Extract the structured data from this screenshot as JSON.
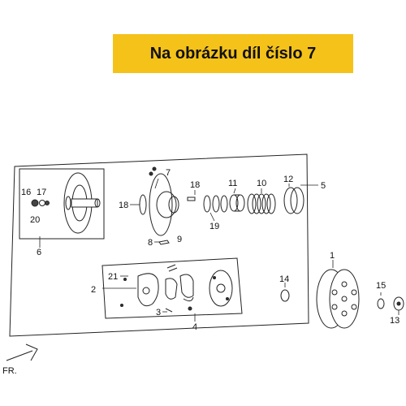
{
  "banner": {
    "text": "Na obrázku díl číslo 7",
    "color": "#f5c21a"
  },
  "direction": {
    "label": "FR."
  },
  "parts": [
    {
      "id": "p1",
      "label": "1"
    },
    {
      "id": "p2",
      "label": "2"
    },
    {
      "id": "p3",
      "label": "3"
    },
    {
      "id": "p4",
      "label": "4"
    },
    {
      "id": "p5",
      "label": "5"
    },
    {
      "id": "p6",
      "label": "6"
    },
    {
      "id": "p7",
      "label": "7"
    },
    {
      "id": "p8",
      "label": "8"
    },
    {
      "id": "p9",
      "label": "9"
    },
    {
      "id": "p10",
      "label": "10"
    },
    {
      "id": "p11",
      "label": "11"
    },
    {
      "id": "p12",
      "label": "12"
    },
    {
      "id": "p13",
      "label": "13"
    },
    {
      "id": "p14",
      "label": "14"
    },
    {
      "id": "p15",
      "label": "15"
    },
    {
      "id": "p16",
      "label": "16"
    },
    {
      "id": "p17",
      "label": "17"
    },
    {
      "id": "p18a",
      "label": "18"
    },
    {
      "id": "p18b",
      "label": "18"
    },
    {
      "id": "p19",
      "label": "19"
    },
    {
      "id": "p20",
      "label": "20"
    },
    {
      "id": "p21",
      "label": "21"
    }
  ]
}
